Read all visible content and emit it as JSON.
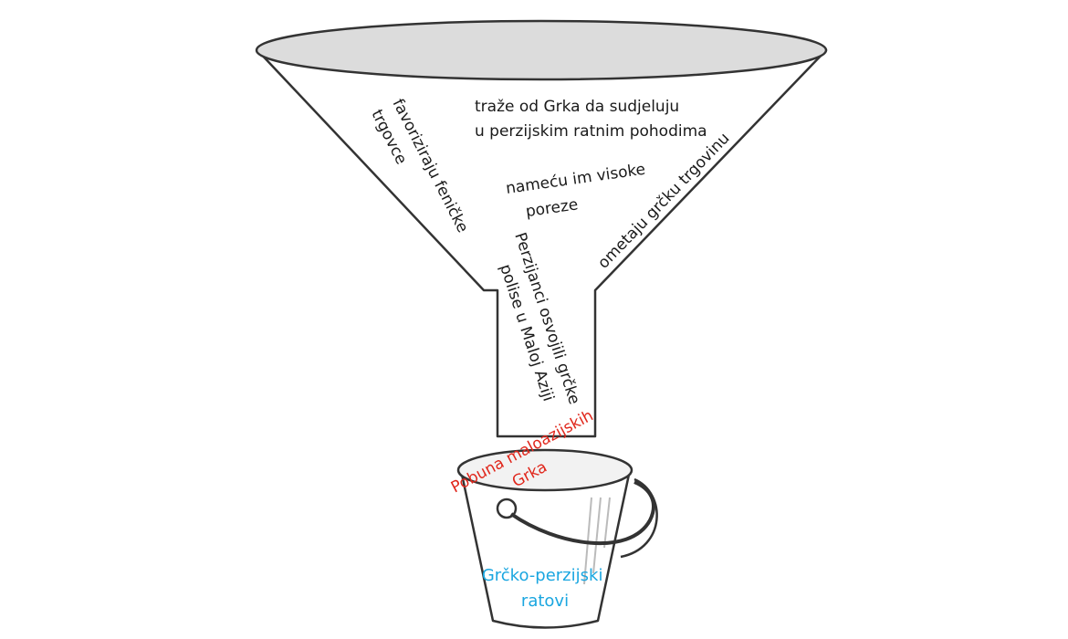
{
  "causes": {
    "demand_participation": {
      "line1": "traže od Grka da sudjeluju",
      "line2": "u perzijskim ratnim pohodima"
    },
    "favor_phoenicians": {
      "line1": "favoriziraju feničke",
      "line2": "trgovce"
    },
    "high_taxes": {
      "line1": "nameću im visoke",
      "line2": "poreze"
    },
    "disrupt_trade": {
      "line1": "ometaju grčku trgovinu"
    },
    "conquest": {
      "line1": "Perzijanci osvojili grčke",
      "line2": "polise u Maloj Aziji"
    }
  },
  "trigger": {
    "line1": "Pobuna maloazijskih",
    "line2": "Grka"
  },
  "result": {
    "line1": "Grčko-perzijski",
    "line2": "ratovi"
  },
  "colors": {
    "outline": "#333333",
    "funnel_top_fill": "#dcdcdc",
    "trigger_text": "#e0261b",
    "result_text": "#1aa6e0",
    "text": "#1a1a1a"
  },
  "icons": [
    "funnel-icon",
    "bucket-icon"
  ]
}
